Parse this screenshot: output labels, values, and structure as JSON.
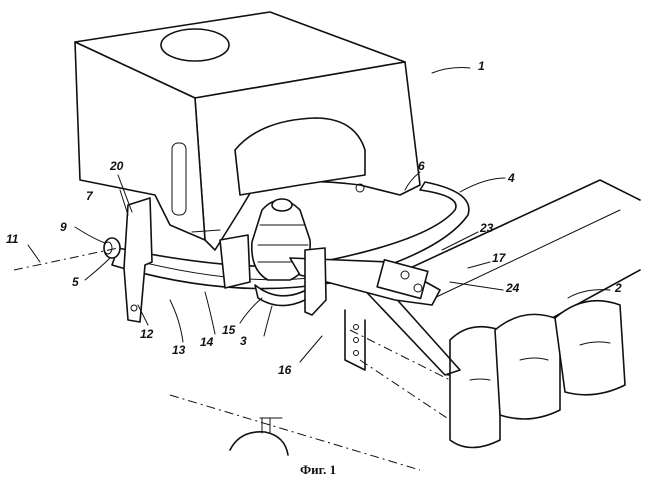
{
  "caption": "Фиг. 1",
  "reference_numerals": [
    "1",
    "2",
    "3",
    "4",
    "5",
    "6",
    "7",
    "9",
    "11",
    "12",
    "13",
    "14",
    "15",
    "16",
    "17",
    "20",
    "23",
    "24"
  ]
}
